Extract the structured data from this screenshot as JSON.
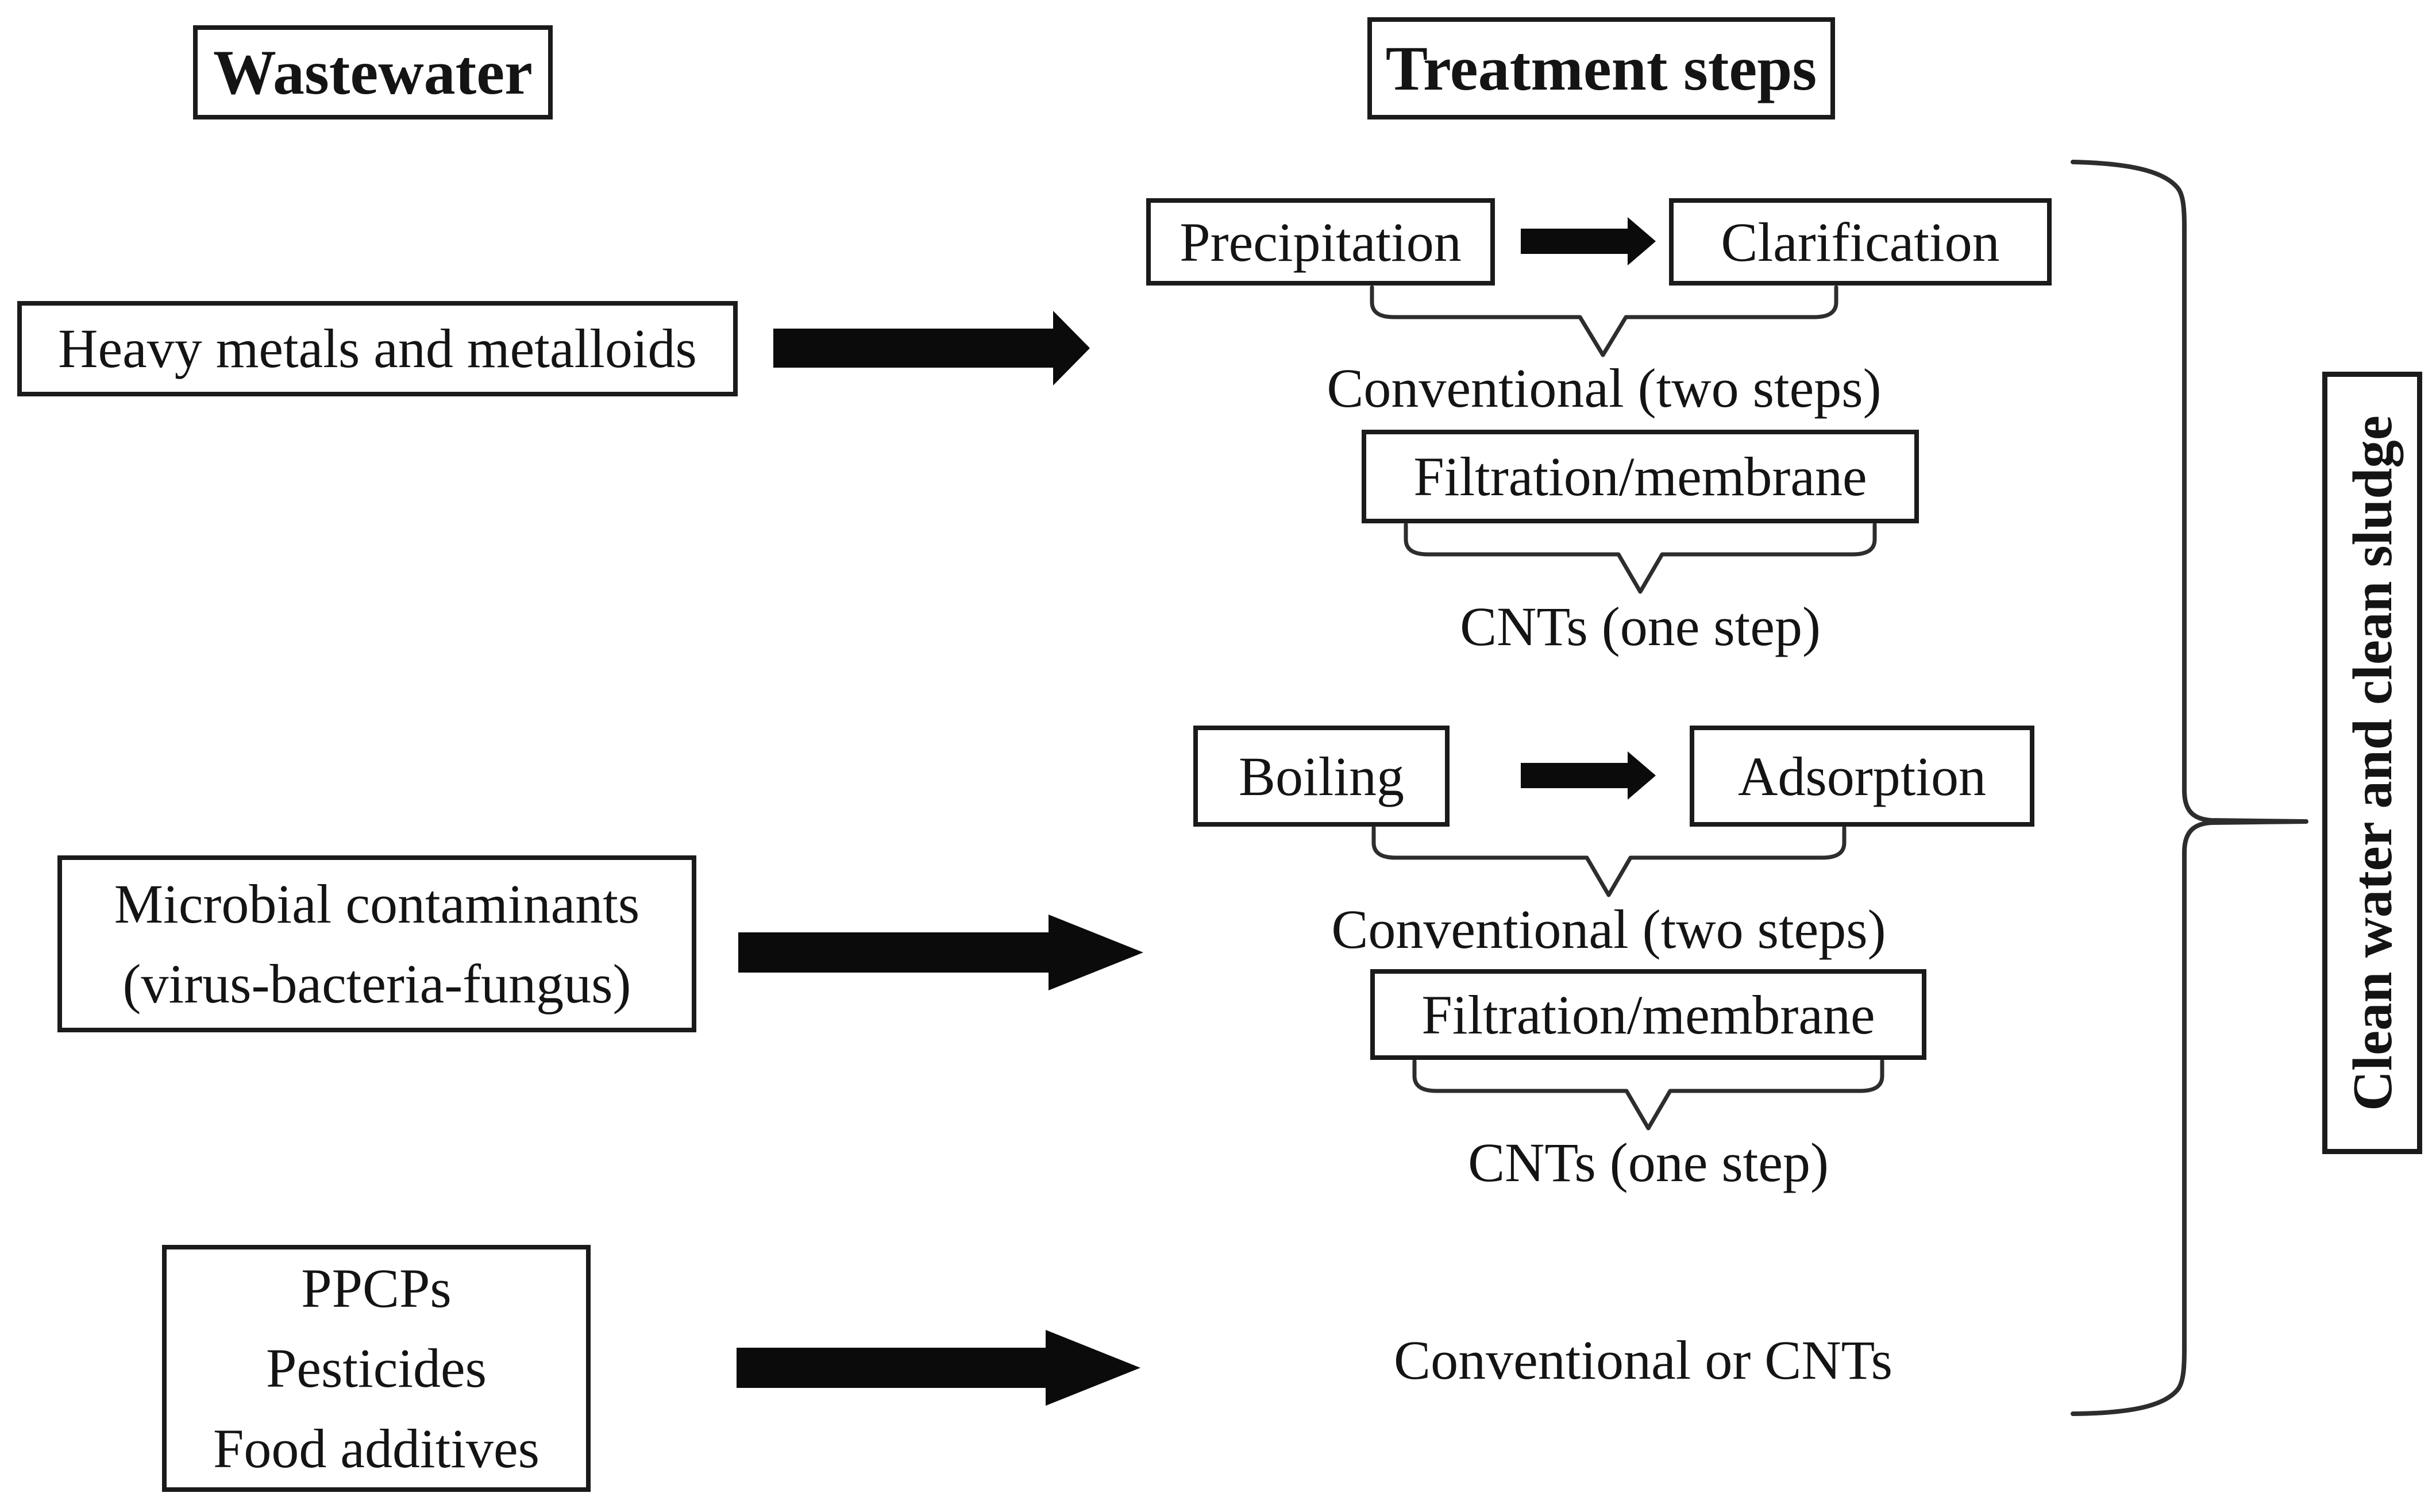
{
  "figure": {
    "columns": {
      "left_header": "Wastewater",
      "mid_header": "Treatment steps"
    },
    "sources": [
      {
        "lines": [
          "Heavy metals and metalloids"
        ]
      },
      {
        "lines": [
          "Microbial contaminants",
          "(virus-bacteria-fungus)"
        ]
      },
      {
        "lines": [
          "PPCPs",
          "Pesticides",
          "Food additives"
        ]
      }
    ],
    "rows": {
      "metals_two_step": {
        "step1": "Precipitation",
        "step2": "Clarification",
        "caption": "Conventional (two steps)"
      },
      "metals_one_step": {
        "box": "Filtration/membrane",
        "caption": "CNTs (one step)"
      },
      "microbial_two_step": {
        "step1": "Boiling",
        "step2": "Adsorption",
        "caption": "Conventional (two steps)"
      },
      "microbial_one_step": {
        "box": "Filtration/membrane",
        "caption": "CNTs (one step)"
      },
      "chemicals": {
        "caption": "Conventional or CNTs"
      }
    },
    "output_label": "Clean water and clean sludge",
    "icons": {
      "flow_arrow": "thick-right-arrow-icon",
      "step_arrow": "small-right-arrow-icon",
      "group_brace": "curly-underbrace-icon",
      "collect_brace": "right-curly-brace-icon"
    },
    "colors": {
      "ink": "#141414",
      "line": "#2d2d2d",
      "arrow": "#0b0b0b",
      "background": "#ffffff"
    }
  }
}
